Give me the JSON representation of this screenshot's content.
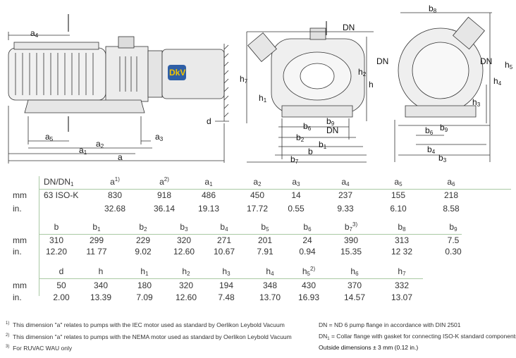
{
  "drawing": {
    "labels": {
      "a4": "a",
      "a4s": "4",
      "a5": "a",
      "a5s": "5",
      "a2": "a",
      "a2s": "2",
      "a3": "a",
      "a3s": "3",
      "a1": "a",
      "a1s": "1",
      "a": "a",
      "d": "d",
      "h7": "h",
      "h7s": "7",
      "h1": "h",
      "h1s": "1",
      "h2": "h",
      "h2s": "2",
      "h": "h",
      "dn1": "DN",
      "dn2": "DN",
      "dn3": "DN",
      "dn4": "DN",
      "b6": "b",
      "b6s": "6",
      "b9": "b",
      "b9s": "9",
      "b2": "b",
      "b2s": "2",
      "b": "b",
      "b1": "b",
      "b1s": "1",
      "b7": "b",
      "b7s": "7",
      "b8": "b",
      "b8s": "8",
      "h5": "h",
      "h5s": "5",
      "h4": "h",
      "h4s": "4",
      "h3": "h",
      "h3s": "3",
      "rb6": "b",
      "rb6s": "6",
      "rb9": "b",
      "rb9s": "9",
      "b4": "b",
      "b4s": "4",
      "b3": "b",
      "b3s": "3"
    },
    "logo": "DkV"
  },
  "table": {
    "row1": {
      "headers": [
        [
          "DN/DN",
          "1",
          ""
        ],
        [
          "a",
          "",
          "1)"
        ],
        [
          "a",
          "",
          "2)"
        ],
        [
          "a",
          "1",
          ""
        ],
        [
          "a",
          "2",
          ""
        ],
        [
          "a",
          "3",
          ""
        ],
        [
          "a",
          "4",
          ""
        ],
        [
          "a",
          "5",
          ""
        ],
        [
          "a",
          "6",
          ""
        ]
      ],
      "mm": [
        "63 ISO-K",
        "830",
        "918",
        "486",
        "450",
        "14",
        "237",
        "155",
        "218"
      ],
      "in": [
        "",
        "32.68",
        "36.14",
        "19.13",
        "17.72",
        "0.55",
        "9.33",
        "6.10",
        "8.58"
      ]
    },
    "row2": {
      "headers": [
        [
          "b",
          "",
          ""
        ],
        [
          "b",
          "1",
          ""
        ],
        [
          "b",
          "2",
          ""
        ],
        [
          "b",
          "3",
          ""
        ],
        [
          "b",
          "4",
          ""
        ],
        [
          "b",
          "5",
          ""
        ],
        [
          "b",
          "6",
          ""
        ],
        [
          "b",
          "7",
          "3)"
        ],
        [
          "b",
          "8",
          ""
        ],
        [
          "b",
          "9",
          ""
        ]
      ],
      "mm": [
        "310",
        "299",
        "229",
        "320",
        "271",
        "201",
        "24",
        "390",
        "313",
        "7.5"
      ],
      "in": [
        "12.20",
        "11 77",
        "9.02",
        "12.60",
        "10.67",
        "7.91",
        "0.94",
        "15.35",
        "12 32",
        "0.30"
      ]
    },
    "row3": {
      "headers": [
        [
          "d",
          "",
          ""
        ],
        [
          "h",
          "",
          ""
        ],
        [
          "h",
          "1",
          ""
        ],
        [
          "h",
          "2",
          ""
        ],
        [
          "h",
          "3",
          ""
        ],
        [
          "h",
          "4",
          ""
        ],
        [
          "h",
          "5",
          "2)"
        ],
        [
          "h",
          "6",
          ""
        ],
        [
          "h",
          "7",
          ""
        ]
      ],
      "mm": [
        "50",
        "340",
        "180",
        "320",
        "194",
        "348",
        "430",
        "370",
        "332"
      ],
      "in": [
        "2.00",
        "13.39",
        "7.09",
        "12.60",
        "7.48",
        "13.70",
        "16.93",
        "14.57",
        "13.07"
      ]
    },
    "unit_mm": "mm",
    "unit_in": "in."
  },
  "footnotes": [
    {
      "mark": "1)",
      "text": "This dimension \"a\" relates to pumps with the IEC motor used as standard by Oerlikon Leybold Vacuum"
    },
    {
      "mark": "2)",
      "text": "This dimension \"a\" relates to pumps with the NEMA motor used as standard by Oerlikon Leybold Vacuum"
    },
    {
      "mark": "3)",
      "text": "For RUVAC WAU only"
    }
  ],
  "notes": {
    "dn": "DN  = ND 6 pump flange in accordance with DIN 2501",
    "dn1_a": "DN",
    "dn1_s": "1",
    "dn1_b": " = Collar flange with gasket for connecting ISO-K standard components",
    "tolerance": "Outside dimensions ± 3 mm (0.12 in.)"
  },
  "colors": {
    "rule": "#a9c9a4",
    "logo_bg": "#2f5fa6",
    "logo_text": "#f2c400"
  }
}
